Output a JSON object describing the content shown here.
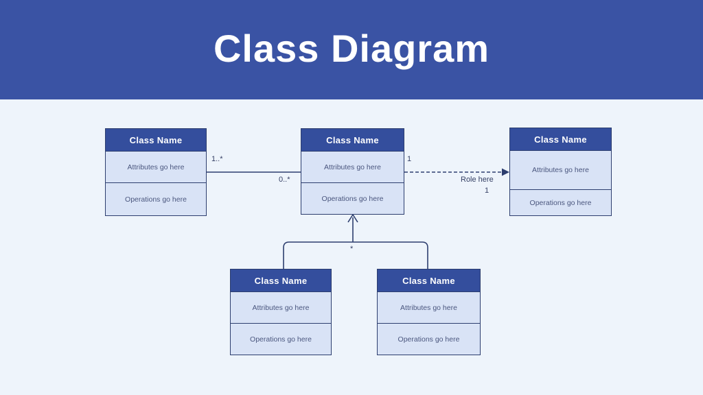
{
  "slide": {
    "title": "Class Diagram"
  },
  "colors": {
    "banner": "#3a53a4",
    "class_header": "#344e9d",
    "class_body": "#d9e3f6",
    "background": "#eef4fb",
    "connector_line": "#2c3d6e",
    "title_text": "#ffffff"
  },
  "classes": [
    {
      "id": "top-left",
      "name": "Class Name",
      "attributes": "Attributes go here",
      "operations": "Operations go here"
    },
    {
      "id": "top-center",
      "name": "Class Name",
      "attributes": "Attributes go here",
      "operations": "Operations go here"
    },
    {
      "id": "top-right",
      "name": "Class Name",
      "attributes": "Attributes go here",
      "operations": "Operations go here"
    },
    {
      "id": "bottom-left",
      "name": "Class Name",
      "attributes": "Attributes go here",
      "operations": "Operations go here"
    },
    {
      "id": "bottom-right",
      "name": "Class Name",
      "attributes": "Attributes go here",
      "operations": "Operations go here"
    }
  ],
  "connectors": {
    "association": {
      "type": "solid-line",
      "from": "top-left",
      "to": "top-center",
      "multiplicity_from": "1..*",
      "multiplicity_to": "0..*"
    },
    "dependency": {
      "type": "dashed-arrow",
      "from": "top-center",
      "to": "top-right",
      "multiplicity_from": "1",
      "role": "Role here",
      "multiplicity_to": "1"
    },
    "generalization": {
      "type": "up-arrow-branch",
      "from": [
        "bottom-left",
        "bottom-right"
      ],
      "to": "top-center",
      "multiplicity": "*"
    }
  }
}
